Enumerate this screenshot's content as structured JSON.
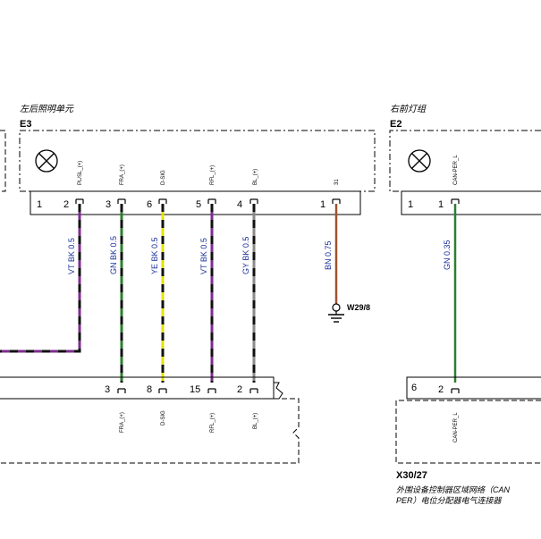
{
  "components": {
    "left_module": {
      "caption": "左后照明单元",
      "id": "E3"
    },
    "right_module": {
      "caption": "右前灯组",
      "id": "E2"
    },
    "connector": {
      "id": "X30/27",
      "caption_line1": "外围设备控制器区域网络（CAN",
      "caption_line2": "PER）电位分配器电气连接器"
    },
    "ground": {
      "label": "W29/8"
    }
  },
  "e3_pins": [
    {
      "num": "1",
      "signal": ""
    },
    {
      "num": "2",
      "signal": "PL/SL_(+)"
    },
    {
      "num": "3",
      "signal": "FRA_(+)"
    },
    {
      "num": "6",
      "signal": "D-SIG"
    },
    {
      "num": "5",
      "signal": "RFL_(+)"
    },
    {
      "num": "4",
      "signal": "BL_(+)"
    },
    {
      "num": "1",
      "signal": "31"
    }
  ],
  "e2_pins": [
    {
      "num": "1",
      "signal": ""
    },
    {
      "num": "1",
      "signal": "CAN-PER_L"
    }
  ],
  "wires": [
    {
      "label": "VT BK 0.5",
      "colors": [
        "#7b2d8e",
        "#111111"
      ]
    },
    {
      "label": "GN BK 0.5",
      "colors": [
        "#2e7d32",
        "#111111"
      ]
    },
    {
      "label": "YE BK 0.5",
      "colors": [
        "#e8e000",
        "#111111"
      ]
    },
    {
      "label": "VT BK 0.5",
      "colors": [
        "#7b2d8e",
        "#111111"
      ]
    },
    {
      "label": "GY BK 0.5",
      "colors": [
        "#8a8a8a",
        "#111111"
      ]
    },
    {
      "label": "BN 0.75",
      "colors": [
        "#a0522d"
      ]
    },
    {
      "label": "GN 0.35",
      "colors": [
        "#2e7d32"
      ]
    }
  ],
  "bottom_pins": [
    {
      "num": "3",
      "signal": "FRA_(+)"
    },
    {
      "num": "8",
      "signal": "D-SIG"
    },
    {
      "num": "15",
      "signal": "RFL_(+)"
    },
    {
      "num": "2",
      "signal": "BL_(+)"
    }
  ],
  "x30_pins": [
    {
      "num": "6",
      "signal": ""
    },
    {
      "num": "2",
      "signal": "CAN-PER_L"
    }
  ]
}
